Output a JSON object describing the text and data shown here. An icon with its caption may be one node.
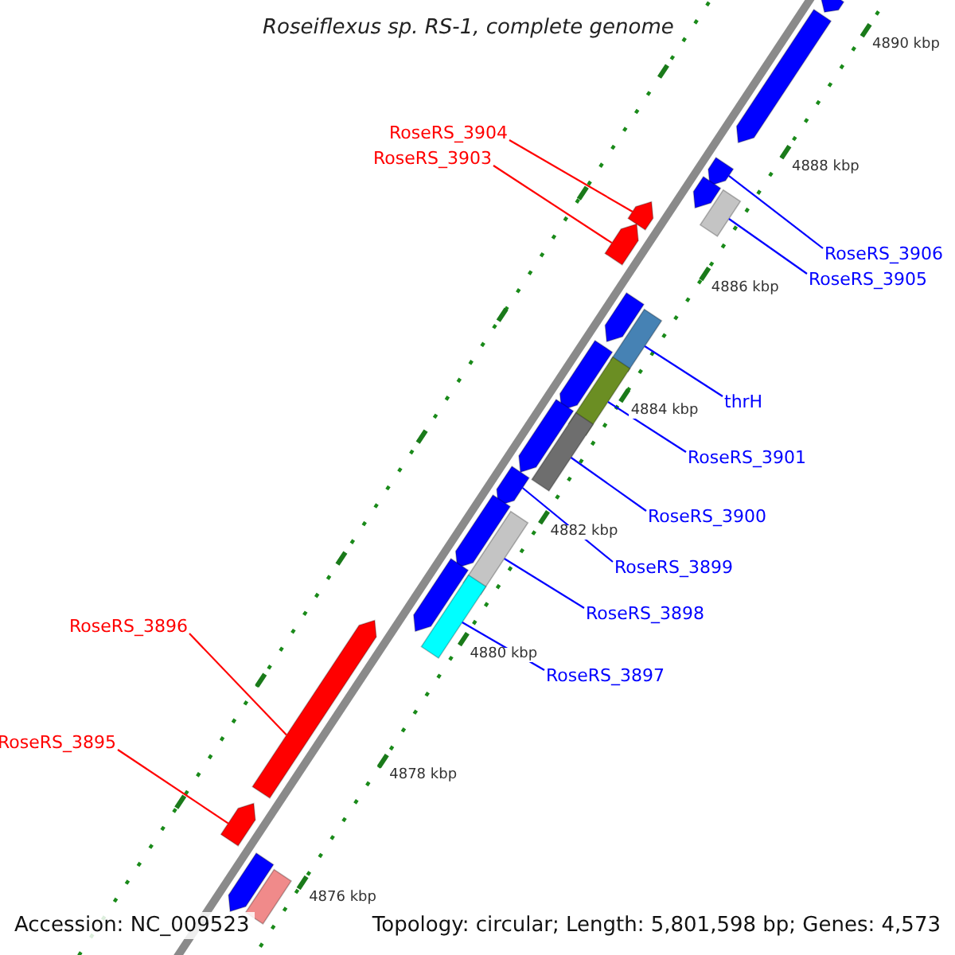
{
  "diagram": {
    "title": "Roseiflexus sp. RS-1, complete genome",
    "nodes": [
      {
        "text": [
          "RoseRS_3904"
        ]
      },
      {
        "text": [
          "RoseRS_3903"
        ]
      },
      {
        "text": [
          "RoseRS_3906"
        ]
      },
      {
        "text": [
          "RoseRS_3905"
        ]
      },
      {
        "text": [
          "thrH"
        ]
      },
      {
        "text": [
          "RoseRS_3901"
        ]
      },
      {
        "text": [
          "RoseRS_3900"
        ]
      },
      {
        "text": [
          "RoseRS_3899"
        ]
      },
      {
        "text": [
          "RoseRS_3898"
        ]
      },
      {
        "text": [
          "RoseRS_3897"
        ]
      },
      {
        "text": [
          "RoseRS_3896"
        ]
      },
      {
        "text": [
          "RoseRS_3895"
        ]
      },
      {
        "text": [],
        "shape": "bar"
      },
      {
        "text": [],
        "shape": "bar"
      },
      {
        "text": [],
        "shape": "bar"
      },
      {
        "text": [],
        "shape": "bar"
      },
      {
        "text": [],
        "shape": "bar"
      },
      {
        "text": [],
        "shape": "bar"
      },
      {
        "text": [],
        "shape": "bar"
      },
      {
        "text": [],
        "shape": "bar"
      },
      {
        "text": [],
        "shape": "bar"
      },
      {
        "text": [],
        "shape": "bar"
      },
      {
        "text": [],
        "shape": "bar"
      },
      {
        "text": [],
        "shape": "bar"
      },
      {
        "text": [],
        "shape": "bar"
      },
      {
        "text": [],
        "shape": "bar"
      },
      {
        "text": [],
        "shape": "bar"
      },
      {
        "text": [],
        "shape": "bar"
      },
      {
        "text": [],
        "shape": "bar"
      },
      {
        "text": [],
        "shape": "bar"
      },
      {
        "text": [],
        "shape": "bar"
      },
      {
        "text": [],
        "shape": "bar"
      },
      {
        "text": [],
        "shape": "bar"
      },
      {
        "text": [],
        "shape": "bar"
      }
    ],
    "edges": [
      {
        "from": 0,
        "to": 17,
        "arrow": "none",
        "color": "#ff0000"
      },
      {
        "from": 1,
        "to": 18,
        "arrow": "none",
        "color": "#ff0000"
      },
      {
        "from": 2,
        "to": 14,
        "arrow": "none"
      },
      {
        "from": 3,
        "to": 16,
        "arrow": "none"
      },
      {
        "from": 4,
        "to": 20,
        "arrow": "none"
      },
      {
        "from": 5,
        "to": 22,
        "arrow": "none"
      },
      {
        "from": 6,
        "to": 24,
        "arrow": "none"
      },
      {
        "from": 7,
        "to": 25,
        "arrow": "none"
      },
      {
        "from": 8,
        "to": 27,
        "arrow": "none"
      },
      {
        "from": 9,
        "to": 29,
        "arrow": "none"
      },
      {
        "from": 10,
        "to": 30,
        "arrow": "none",
        "color": "#ff0000"
      },
      {
        "from": 11,
        "to": 31,
        "arrow": "none",
        "color": "#ff0000"
      }
    ],
    "labels": [
      "4890 kbp",
      "4888 kbp",
      "4886 kbp",
      "4884 kbp",
      "4882 kbp",
      "4880 kbp",
      "4878 kbp",
      "4876 kbp",
      "Accession: NC_009523",
      "Topology: circular; Length: 5,801,598 bp; Genes: 4,573"
    ]
  }
}
